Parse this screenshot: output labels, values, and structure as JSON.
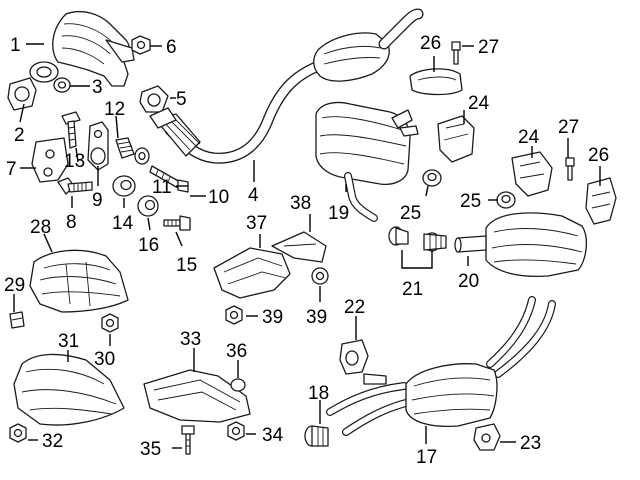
{
  "callouts": [
    {
      "id": "c1",
      "text": "1"
    },
    {
      "id": "c2",
      "text": "2"
    },
    {
      "id": "c3",
      "text": "3"
    },
    {
      "id": "c4",
      "text": "4"
    },
    {
      "id": "c5",
      "text": "5"
    },
    {
      "id": "c6",
      "text": "6"
    },
    {
      "id": "c7",
      "text": "7"
    },
    {
      "id": "c8",
      "text": "8"
    },
    {
      "id": "c9",
      "text": "9"
    },
    {
      "id": "c10",
      "text": "10"
    },
    {
      "id": "c11",
      "text": "11"
    },
    {
      "id": "c12",
      "text": "12"
    },
    {
      "id": "c13",
      "text": "13"
    },
    {
      "id": "c14",
      "text": "14"
    },
    {
      "id": "c15",
      "text": "15"
    },
    {
      "id": "c16",
      "text": "16"
    },
    {
      "id": "c17",
      "text": "17"
    },
    {
      "id": "c18",
      "text": "18"
    },
    {
      "id": "c19",
      "text": "19"
    },
    {
      "id": "c20",
      "text": "20"
    },
    {
      "id": "c21",
      "text": "21"
    },
    {
      "id": "c22",
      "text": "22"
    },
    {
      "id": "c23",
      "text": "23"
    },
    {
      "id": "c24a",
      "text": "24"
    },
    {
      "id": "c24b",
      "text": "24"
    },
    {
      "id": "c25a",
      "text": "25"
    },
    {
      "id": "c25b",
      "text": "25"
    },
    {
      "id": "c26a",
      "text": "26"
    },
    {
      "id": "c26b",
      "text": "26"
    },
    {
      "id": "c27a",
      "text": "27"
    },
    {
      "id": "c27b",
      "text": "27"
    },
    {
      "id": "c28",
      "text": "28"
    },
    {
      "id": "c29",
      "text": "29"
    },
    {
      "id": "c30",
      "text": "30"
    },
    {
      "id": "c31",
      "text": "31"
    },
    {
      "id": "c32",
      "text": "32"
    },
    {
      "id": "c33",
      "text": "33"
    },
    {
      "id": "c34",
      "text": "34"
    },
    {
      "id": "c35",
      "text": "35"
    },
    {
      "id": "c36",
      "text": "36"
    },
    {
      "id": "c37",
      "text": "37"
    },
    {
      "id": "c38",
      "text": "38"
    },
    {
      "id": "c39a",
      "text": "39"
    },
    {
      "id": "c39b",
      "text": "39"
    }
  ]
}
